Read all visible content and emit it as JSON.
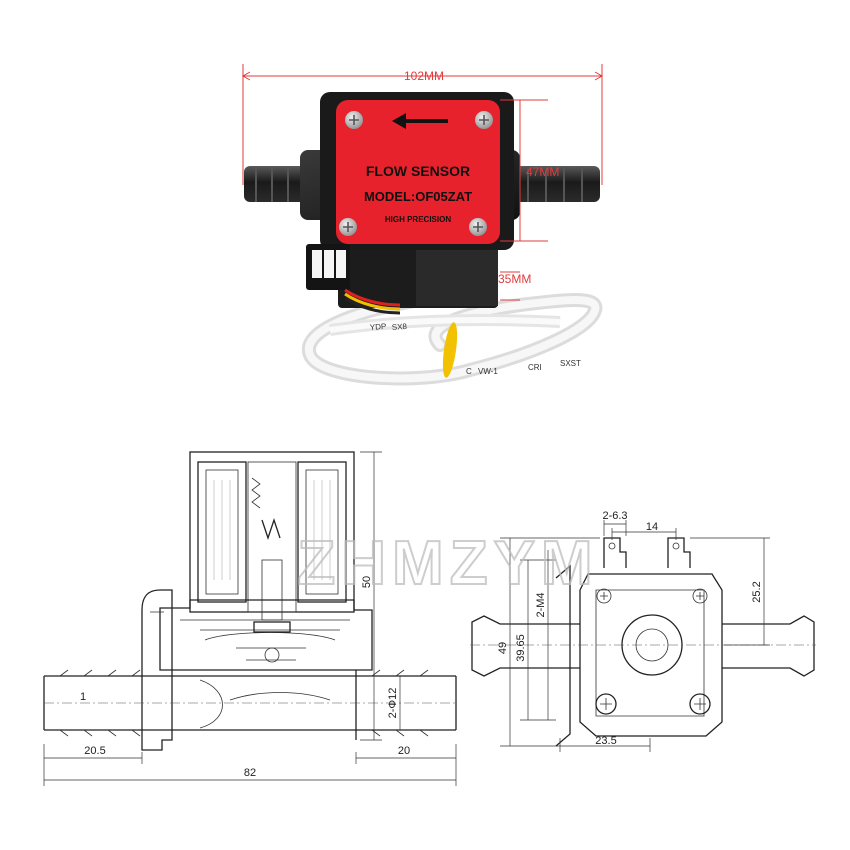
{
  "photo": {
    "label_title": "FLOW SENSOR",
    "label_model": "MODEL:OF05ZAT",
    "label_sub": "HIGH PRECISION",
    "dim_length": "102MM",
    "dim_height": "47MM",
    "dim_depth": "35MM",
    "cable_print_1": "YDP",
    "cable_print_2": "SX8",
    "cable_print_3": "VW-1",
    "cable_print_4": "C",
    "cable_print_5": "CRI",
    "cable_print_6": "SXST",
    "colors": {
      "label": "#e8222c",
      "dim_lines": "#e23b3b",
      "body": "#1e1e1e"
    }
  },
  "drawing_side": {
    "dim_height": "50",
    "dim_bore": "2-Φ12",
    "dim_left": "20.5",
    "dim_right": "20",
    "dim_total": "82",
    "label_one": "1"
  },
  "drawing_front": {
    "dim_tab_width": "2-6.3",
    "dim_tab_spacing": "14",
    "dim_upper": "25.2",
    "dim_screw": "2-M4",
    "dim_total_h": "49",
    "dim_inner_h": "39.65",
    "dim_bottom": "23.5"
  },
  "watermark": "ZHMZYM"
}
